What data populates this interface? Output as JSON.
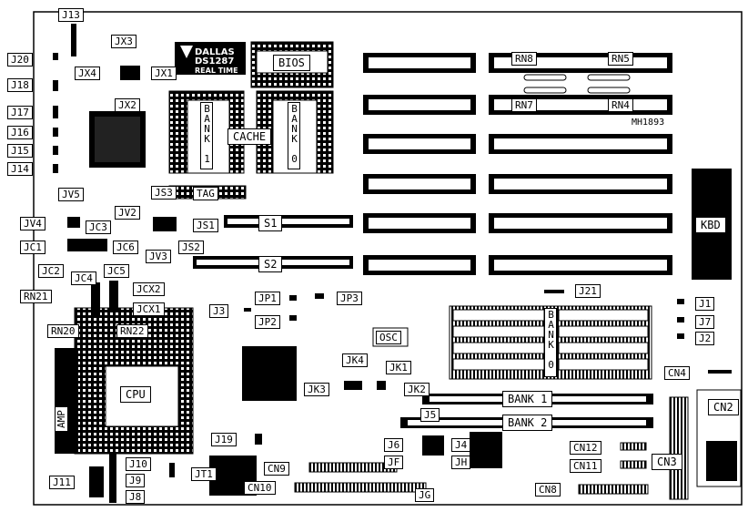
{
  "board_id": "MH1893",
  "dallas": {
    "line1": "DALLAS",
    "line2": "DS1287",
    "line3": "REAL TIME"
  },
  "labels": {
    "J13": "J13",
    "J20": "J20",
    "J18": "J18",
    "J17": "J17",
    "J16": "J16",
    "J15": "J15",
    "J14": "J14",
    "JX3": "JX3",
    "JX4": "JX4",
    "JX1": "JX1",
    "JX2": "JX2",
    "BIOS": "BIOS",
    "CACHE": "CACHE",
    "BANK1": "BANK 1",
    "BANK0": "BANK 0",
    "TAG": "TAG",
    "RN8": "RN8",
    "RN5": "RN5",
    "RN7": "RN7",
    "RN4": "RN4",
    "JV5": "JV5",
    "JS3": "JS3",
    "JV2": "JV2",
    "JV4": "JV4",
    "JC3": "JC3",
    "JS1": "JS1",
    "JC1": "JC1",
    "JC6": "JC6",
    "JV3": "JV3",
    "JS2": "JS2",
    "S1": "S1",
    "S2": "S2",
    "KBD": "KBD",
    "JC2": "JC2",
    "JC4": "JC4",
    "JC5": "JC5",
    "JCX2": "JCX2",
    "JCX1": "JCX1",
    "RN21": "RN21",
    "RN20": "RN20",
    "RN22": "RN22",
    "J3": "J3",
    "JP1": "JP1",
    "JP3": "JP3",
    "JP2": "JP2",
    "J21": "J21",
    "J1": "J1",
    "J7": "J7",
    "J2": "J2",
    "OSC": "OSC",
    "SIMM_BANK0": "BANK 0",
    "CN4": "CN4",
    "JK4": "JK4",
    "JK1": "JK1",
    "JK3": "JK3",
    "JK2": "JK2",
    "CPU": "CPU",
    "AMP": "AMP",
    "CN2": "CN2",
    "BANK1_SLOT": "BANK 1",
    "BANK2_SLOT": "BANK 2",
    "J5": "J5",
    "J6": "J6",
    "J4": "J4",
    "JF": "JF",
    "JH": "JH",
    "JG": "JG",
    "J19": "J19",
    "J10": "J10",
    "J9": "J9",
    "J8": "J8",
    "J11": "J11",
    "JT1": "JT1",
    "CN9": "CN9",
    "CN10": "CN10",
    "CN12": "CN12",
    "CN11": "CN11",
    "CN3": "CN3",
    "CN8": "CN8"
  }
}
